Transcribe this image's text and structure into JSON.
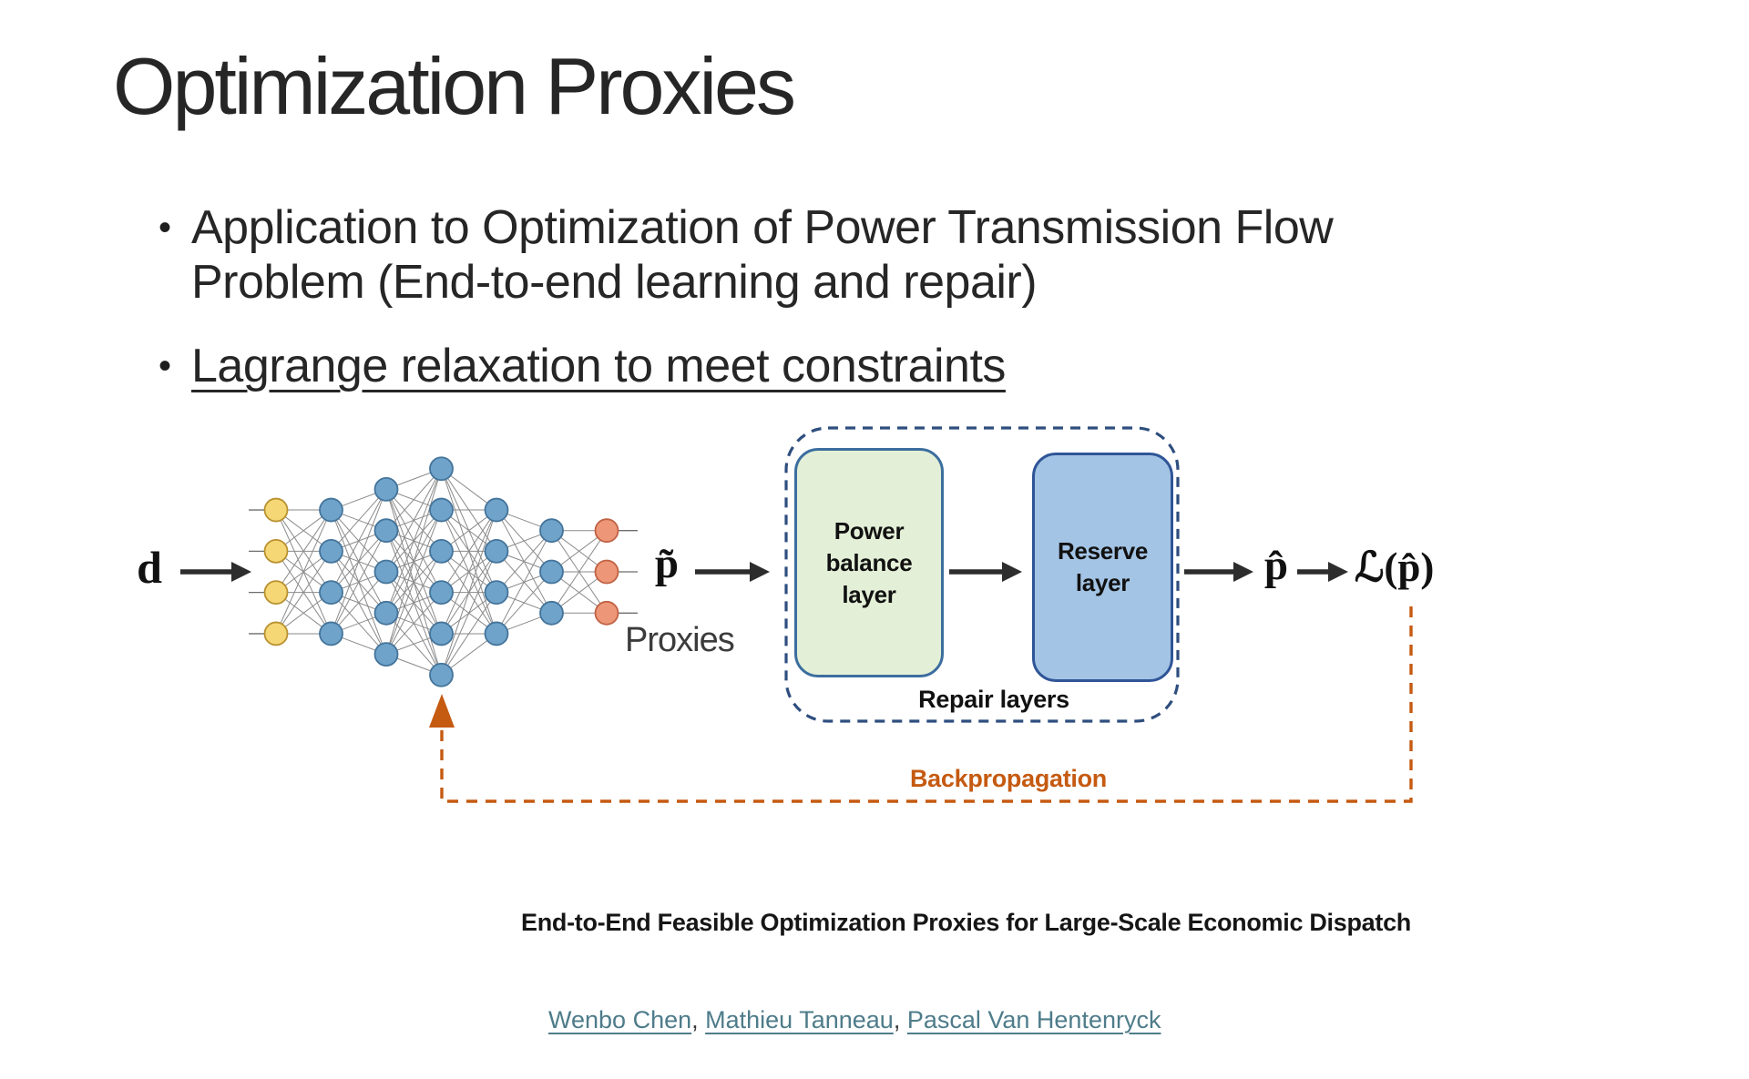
{
  "slide": {
    "title": "Optimization Proxies",
    "bullet_char": "•",
    "bullets": [
      {
        "lines": [
          "Application to Optimization of Power Transmission Flow",
          "Problem (End-to-end learning and repair)"
        ]
      },
      {
        "lines": [
          "Lagrange relaxation to meet constraints"
        ],
        "underlined": true
      }
    ]
  },
  "diagram": {
    "labels": {
      "input": "d",
      "proxy_output": "p̃",
      "proxies_caption": "Proxies",
      "power_balance": [
        "Power",
        "balance",
        "layer"
      ],
      "reserve": [
        "Reserve",
        "layer"
      ],
      "repair_caption": "Repair layers",
      "final_output": "p̂",
      "loss": "ℒ(p̂)",
      "backprop": "Backpropagation"
    },
    "colors": {
      "arrow": "#2d2d2d",
      "edge": "#6e6e6e",
      "backprop": "#C55A11",
      "repair_border": "#2E4E7E",
      "power_fill": "#E3F0D7",
      "power_border": "#3C6E9F",
      "reserve_fill": "#A3C4E4",
      "reserve_border": "#2F5597",
      "node_input_fill": "#F5D776",
      "node_input_border": "#B9912F",
      "node_hidden_fill": "#6FA3C9",
      "node_hidden_border": "#44749B",
      "node_output_fill": "#EE9778",
      "node_output_border": "#BF6244"
    },
    "network": {
      "layer_sizes": [
        4,
        4,
        5,
        6,
        4,
        3,
        3
      ],
      "layer_types": [
        "input",
        "hidden",
        "hidden",
        "hidden",
        "hidden",
        "hidden",
        "output"
      ]
    }
  },
  "citation": {
    "title": "End-to-End Feasible Optimization Proxies for Large-Scale Economic Dispatch",
    "authors": [
      "Wenbo Chen",
      "Mathieu Tanneau",
      "Pascal Van Hentenryck"
    ],
    "separator": ", "
  }
}
